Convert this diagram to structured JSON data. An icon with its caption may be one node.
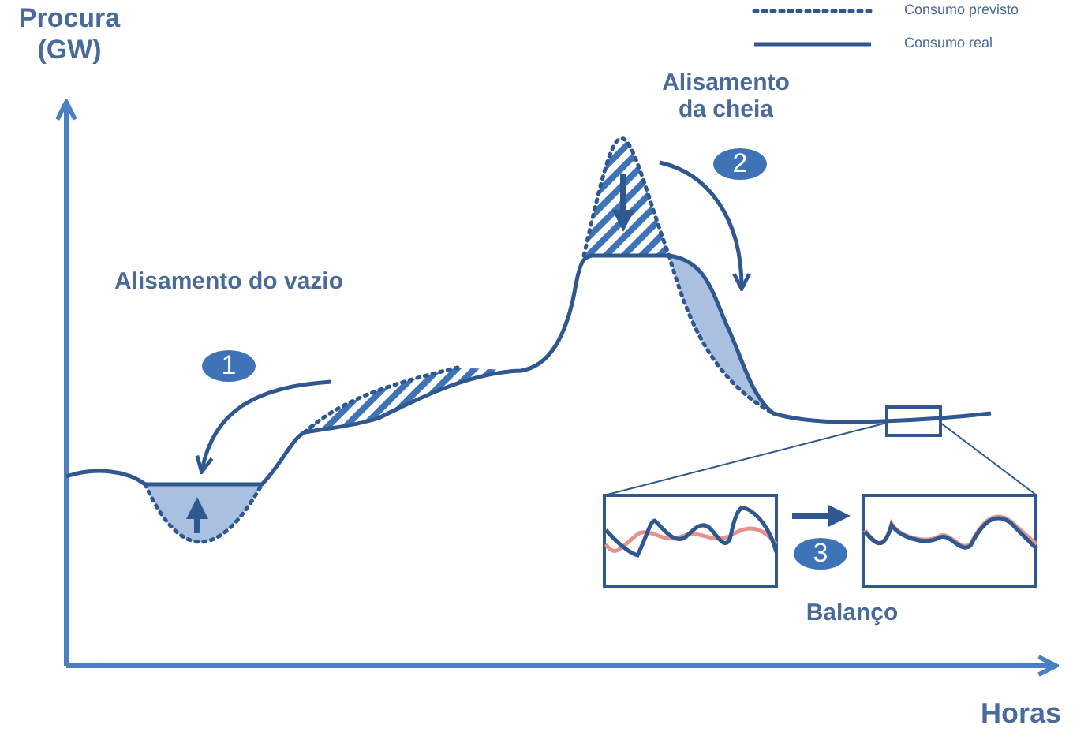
{
  "diagram": {
    "labels": [
      "Procura (GW)",
      "Alisamento da cheia",
      "2",
      "Alisamento do vazio",
      "1",
      "3",
      "Balanço",
      "Horas"
    ],
    "legend": [
      {
        "text": "Consumo previsto"
      },
      {
        "text": "Consumo real"
      }
    ]
  }
}
